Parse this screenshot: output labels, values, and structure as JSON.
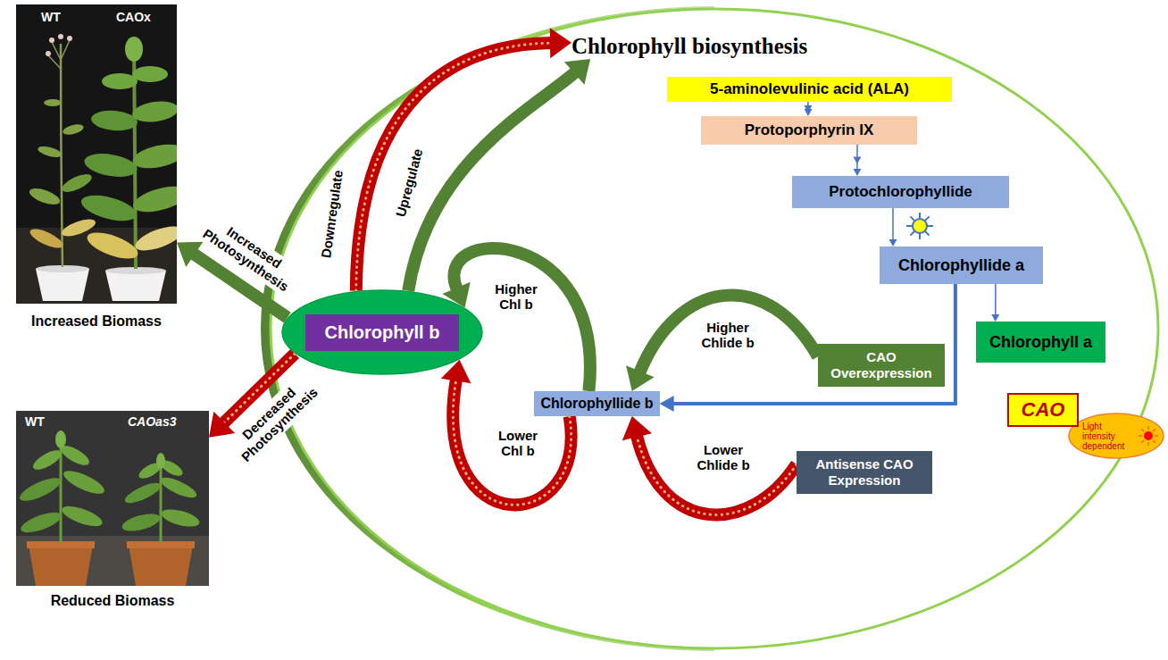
{
  "diagram": {
    "nodes": [
      {
        "text": [
          "WT",
          "CAOx",
          "Increased Biomass"
        ]
      },
      {
        "text": [
          "WT",
          "CAOas3",
          "Reduced Biomass"
        ]
      },
      {
        "text": [
          "Chlorophyll biosynthesis"
        ]
      },
      {
        "text": [
          "5-aminolevulinic acid (ALA)"
        ]
      },
      {
        "text": [
          "Protoporphyrin IX"
        ]
      },
      {
        "text": [
          "Protochlorophyllide"
        ]
      },
      {
        "text": [
          "Chlorophyllide a"
        ]
      },
      {
        "text": [
          "Chlorophyll a"
        ]
      },
      {
        "text": [
          "CAO"
        ]
      },
      {
        "text": [
          "Light intensity dependent"
        ]
      },
      {
        "text": [
          "CAO Overexpression"
        ]
      },
      {
        "text": [
          "Antisense CAO Expression"
        ]
      },
      {
        "text": [
          "Chlorophyllide b"
        ]
      },
      {
        "text": [
          "Chlorophyll b"
        ]
      }
    ],
    "edges": [
      {
        "from": 3,
        "to": 4,
        "arrow": "to"
      },
      {
        "from": 4,
        "to": 5,
        "arrow": "to"
      },
      {
        "from": 5,
        "to": 6,
        "arrow": "to"
      },
      {
        "from": 6,
        "to": 7,
        "arrow": "to"
      },
      {
        "from": 6,
        "to": 12,
        "arrow": "to"
      },
      {
        "from": 10,
        "to": 12,
        "label": "Higher Chlide b",
        "arrow": "to"
      },
      {
        "from": 11,
        "to": 12,
        "label": "Lower Chlide b",
        "arrow": "to"
      },
      {
        "from": 12,
        "to": 13,
        "label": "Higher Chl b",
        "arrow": "to"
      },
      {
        "from": 12,
        "to": 13,
        "label": "Lower Chl b",
        "arrow": "to"
      },
      {
        "from": 13,
        "to": 2,
        "label": "Upregulate",
        "arrow": "to"
      },
      {
        "from": 13,
        "to": 2,
        "label": "Downregulate",
        "arrow": "to"
      },
      {
        "from": 13,
        "to": 0,
        "label": "Increased Photosynthesis",
        "arrow": "to"
      },
      {
        "from": 13,
        "to": 1,
        "label": "Decreased Photosynthesis",
        "arrow": "to"
      }
    ]
  }
}
